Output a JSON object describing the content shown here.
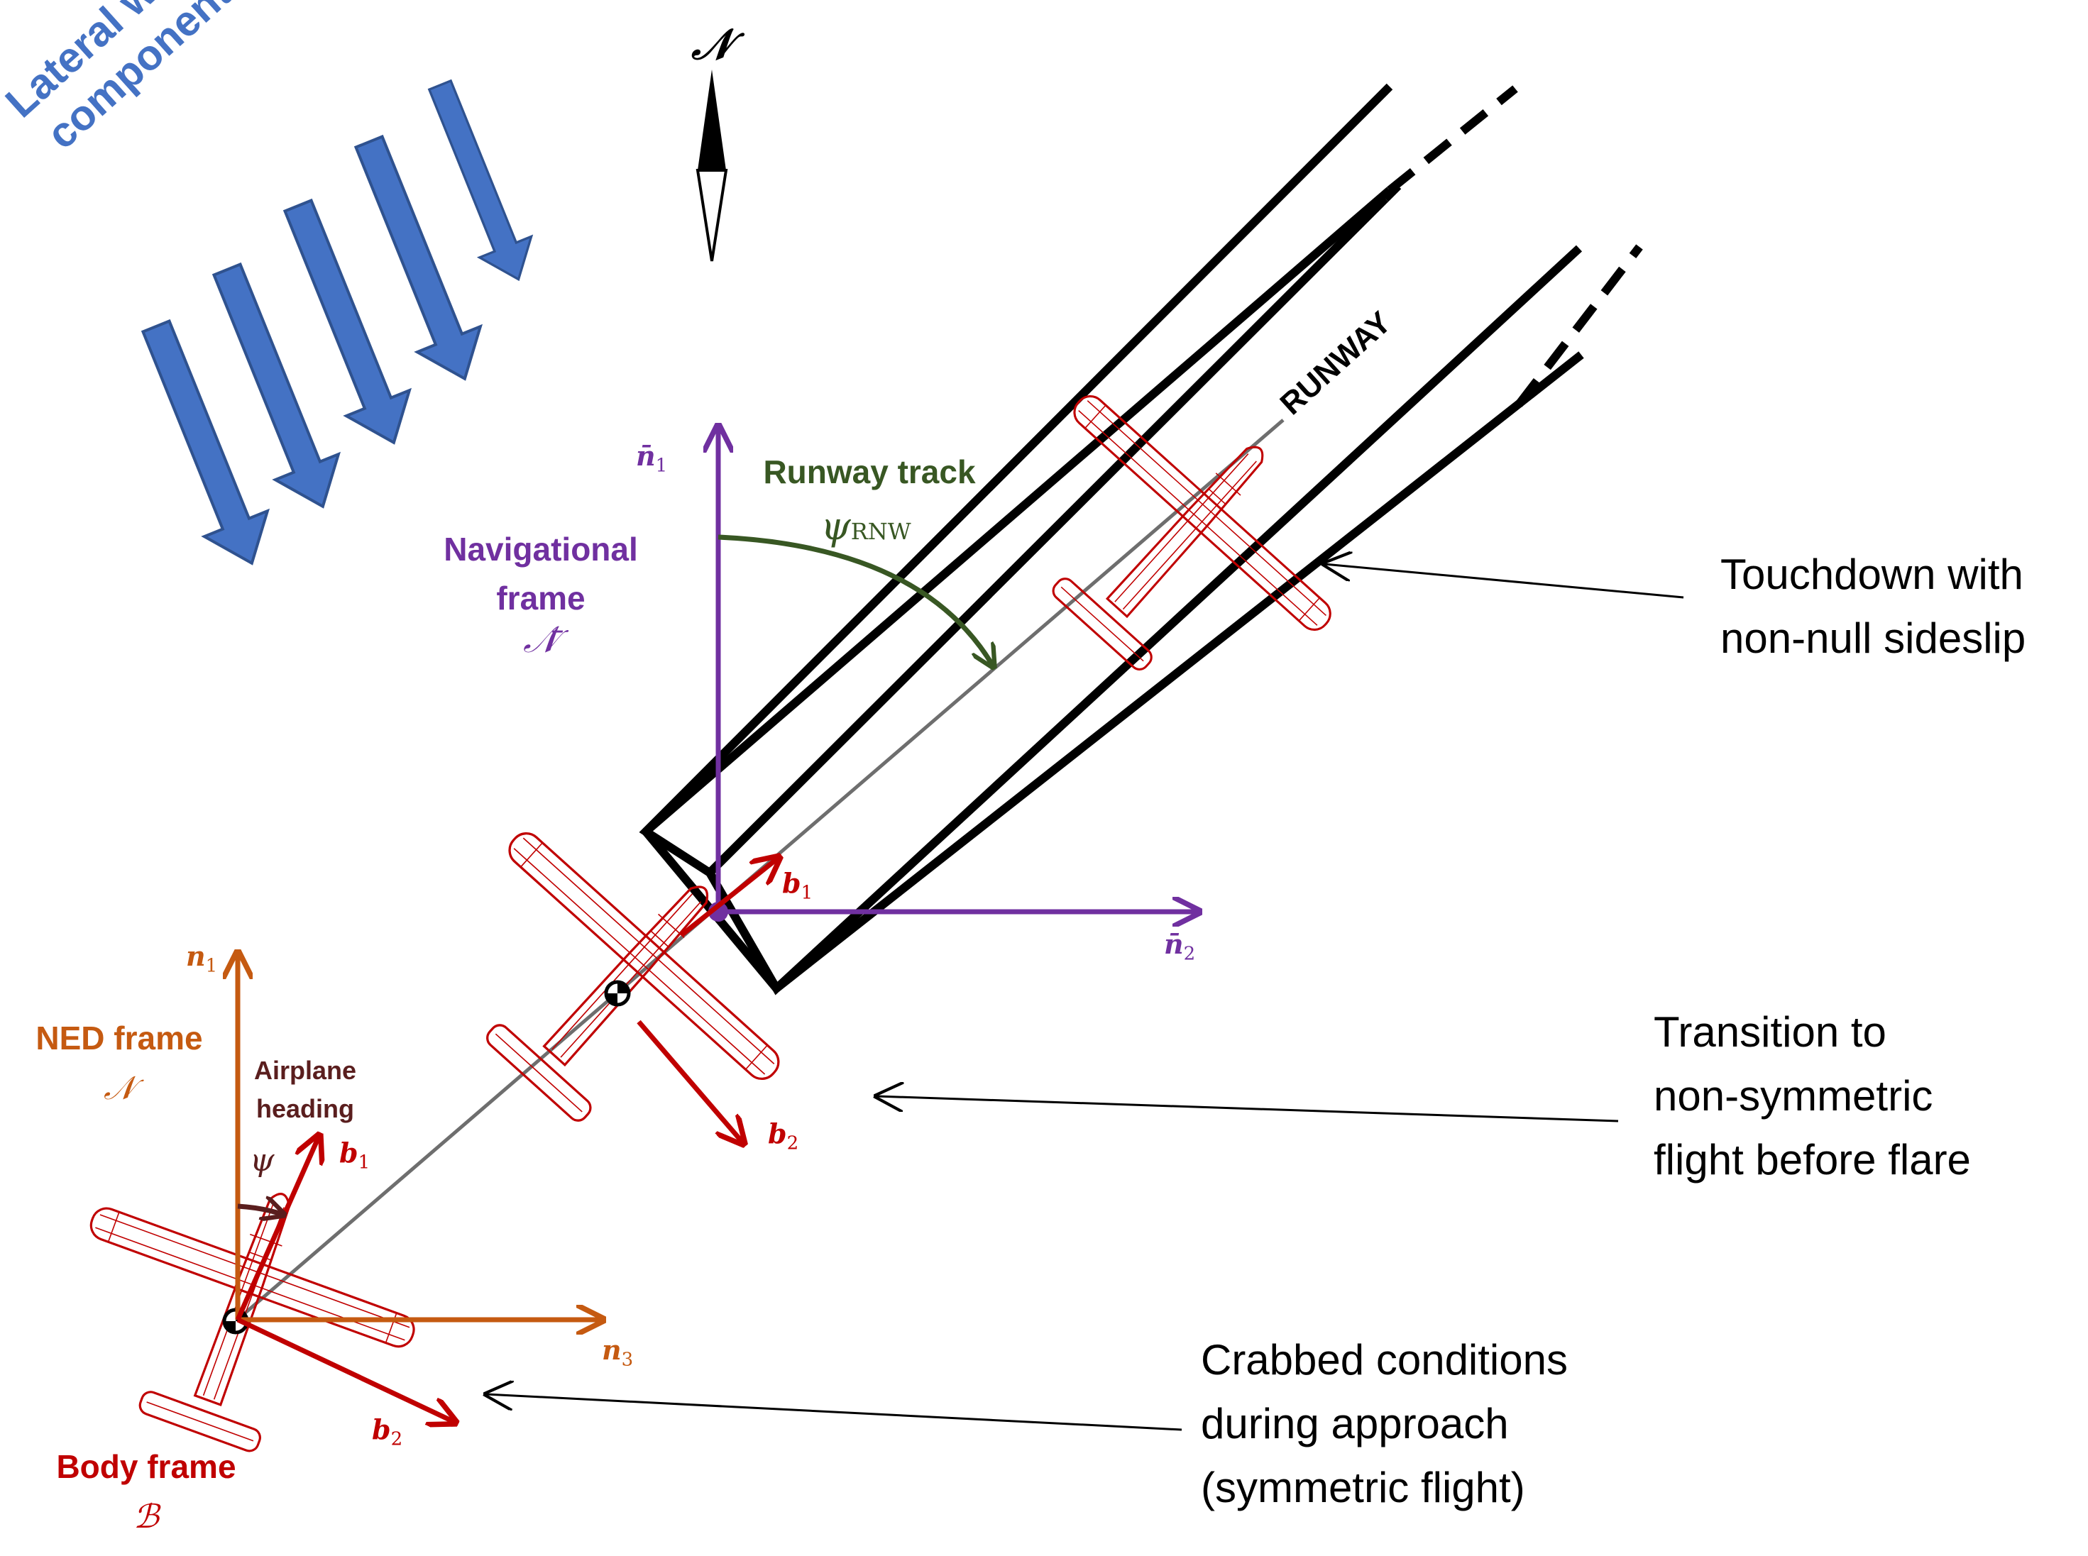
{
  "colors": {
    "wind": "#4472C4",
    "ned": "#C55A11",
    "nav": "#7030A0",
    "body": "#C00000",
    "runway_track": "#385723",
    "heading": "#5A1E1E",
    "runway": "#000000",
    "centerline": "#6e6e6e"
  },
  "north": {
    "label": "𝒩",
    "icon": "compass-needle-icon"
  },
  "wind": {
    "label_line1": "Lateral wind",
    "label_line2": "component",
    "icon": "wind-arrow-icon"
  },
  "runway": {
    "label": "RUNWAY"
  },
  "runway_track": {
    "title": "Runway track",
    "angle_symbol": "ψ",
    "angle_subscript": "RNW"
  },
  "nav_frame": {
    "title_line1": "Navigational",
    "title_line2": "frame",
    "symbol": "𝒩̄",
    "axis1": {
      "base": "n̄",
      "sub": "1"
    },
    "axis2": {
      "base": "n̄",
      "sub": "2"
    }
  },
  "ned_frame": {
    "title": "NED frame",
    "symbol": "𝒩",
    "axis1": {
      "base": "n",
      "sub": "1"
    },
    "axis3": {
      "base": "n",
      "sub": "3"
    }
  },
  "body_frame": {
    "title": "Body frame",
    "symbol": "ℬ"
  },
  "body_axes": {
    "b1": {
      "base": "b",
      "sub": "1"
    },
    "b2": {
      "base": "b",
      "sub": "2"
    }
  },
  "heading": {
    "line1": "Airplane",
    "line2": "heading",
    "symbol": "ψ"
  },
  "annotations": {
    "touchdown": {
      "line1": "Touchdown with",
      "line2": "non-null sideslip"
    },
    "transition": {
      "line1": "Transition to",
      "line2": "non-symmetric",
      "line3": "flight before flare"
    },
    "crabbed": {
      "line1": "Crabbed conditions",
      "line2": "during approach",
      "line3": "(symmetric flight)"
    }
  }
}
